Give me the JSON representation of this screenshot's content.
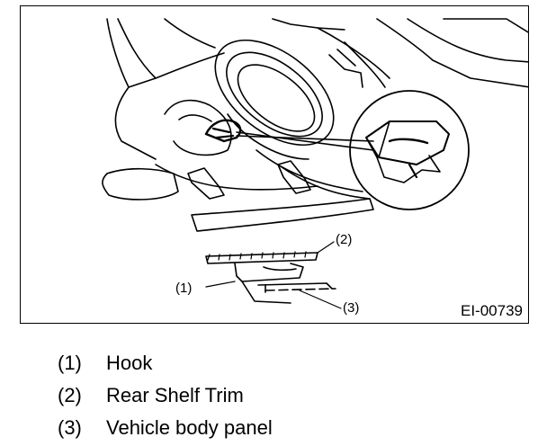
{
  "figure": {
    "id": "EI-00739",
    "callouts": {
      "c1": "(1)",
      "c2": "(2)",
      "c3": "(3)"
    }
  },
  "legend": [
    {
      "number": "(1)",
      "label": "Hook"
    },
    {
      "number": "(2)",
      "label": "Rear Shelf Trim"
    },
    {
      "number": "(3)",
      "label": "Vehicle body panel"
    }
  ]
}
